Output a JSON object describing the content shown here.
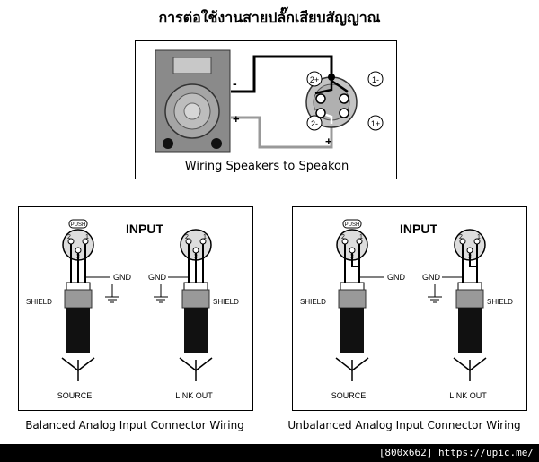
{
  "title": "การต่อใช้งานสายปลั๊กเสียบสัญญาณ",
  "speaker_panel": {
    "caption": "Wiring Speakers to Speakon",
    "minus": "-",
    "plus": "+",
    "pins": [
      "2+",
      "1-",
      "2-",
      "1+"
    ]
  },
  "balanced": {
    "heading": "INPUT",
    "push": "PUSH",
    "pins": [
      "2",
      "3",
      "1"
    ],
    "gnd_left": "GND",
    "gnd_right": "GND",
    "shield_left": "SHIELD",
    "shield_right": "SHIELD",
    "source": "SOURCE",
    "link_out": "LINK OUT",
    "caption": "Balanced Analog Input Connector Wiring"
  },
  "unbalanced": {
    "heading": "INPUT",
    "push": "PUSH",
    "pins": [
      "2",
      "3",
      "1"
    ],
    "gnd_left": "GND",
    "gnd_right": "GND",
    "shield_left": "SHIELD",
    "shield_right": "SHIELD",
    "source": "SOURCE",
    "link_out": "LINK OUT",
    "caption": "Unbalanced Analog Input Connector Wiring"
  },
  "footer": "[800x662] https://upic.me/"
}
